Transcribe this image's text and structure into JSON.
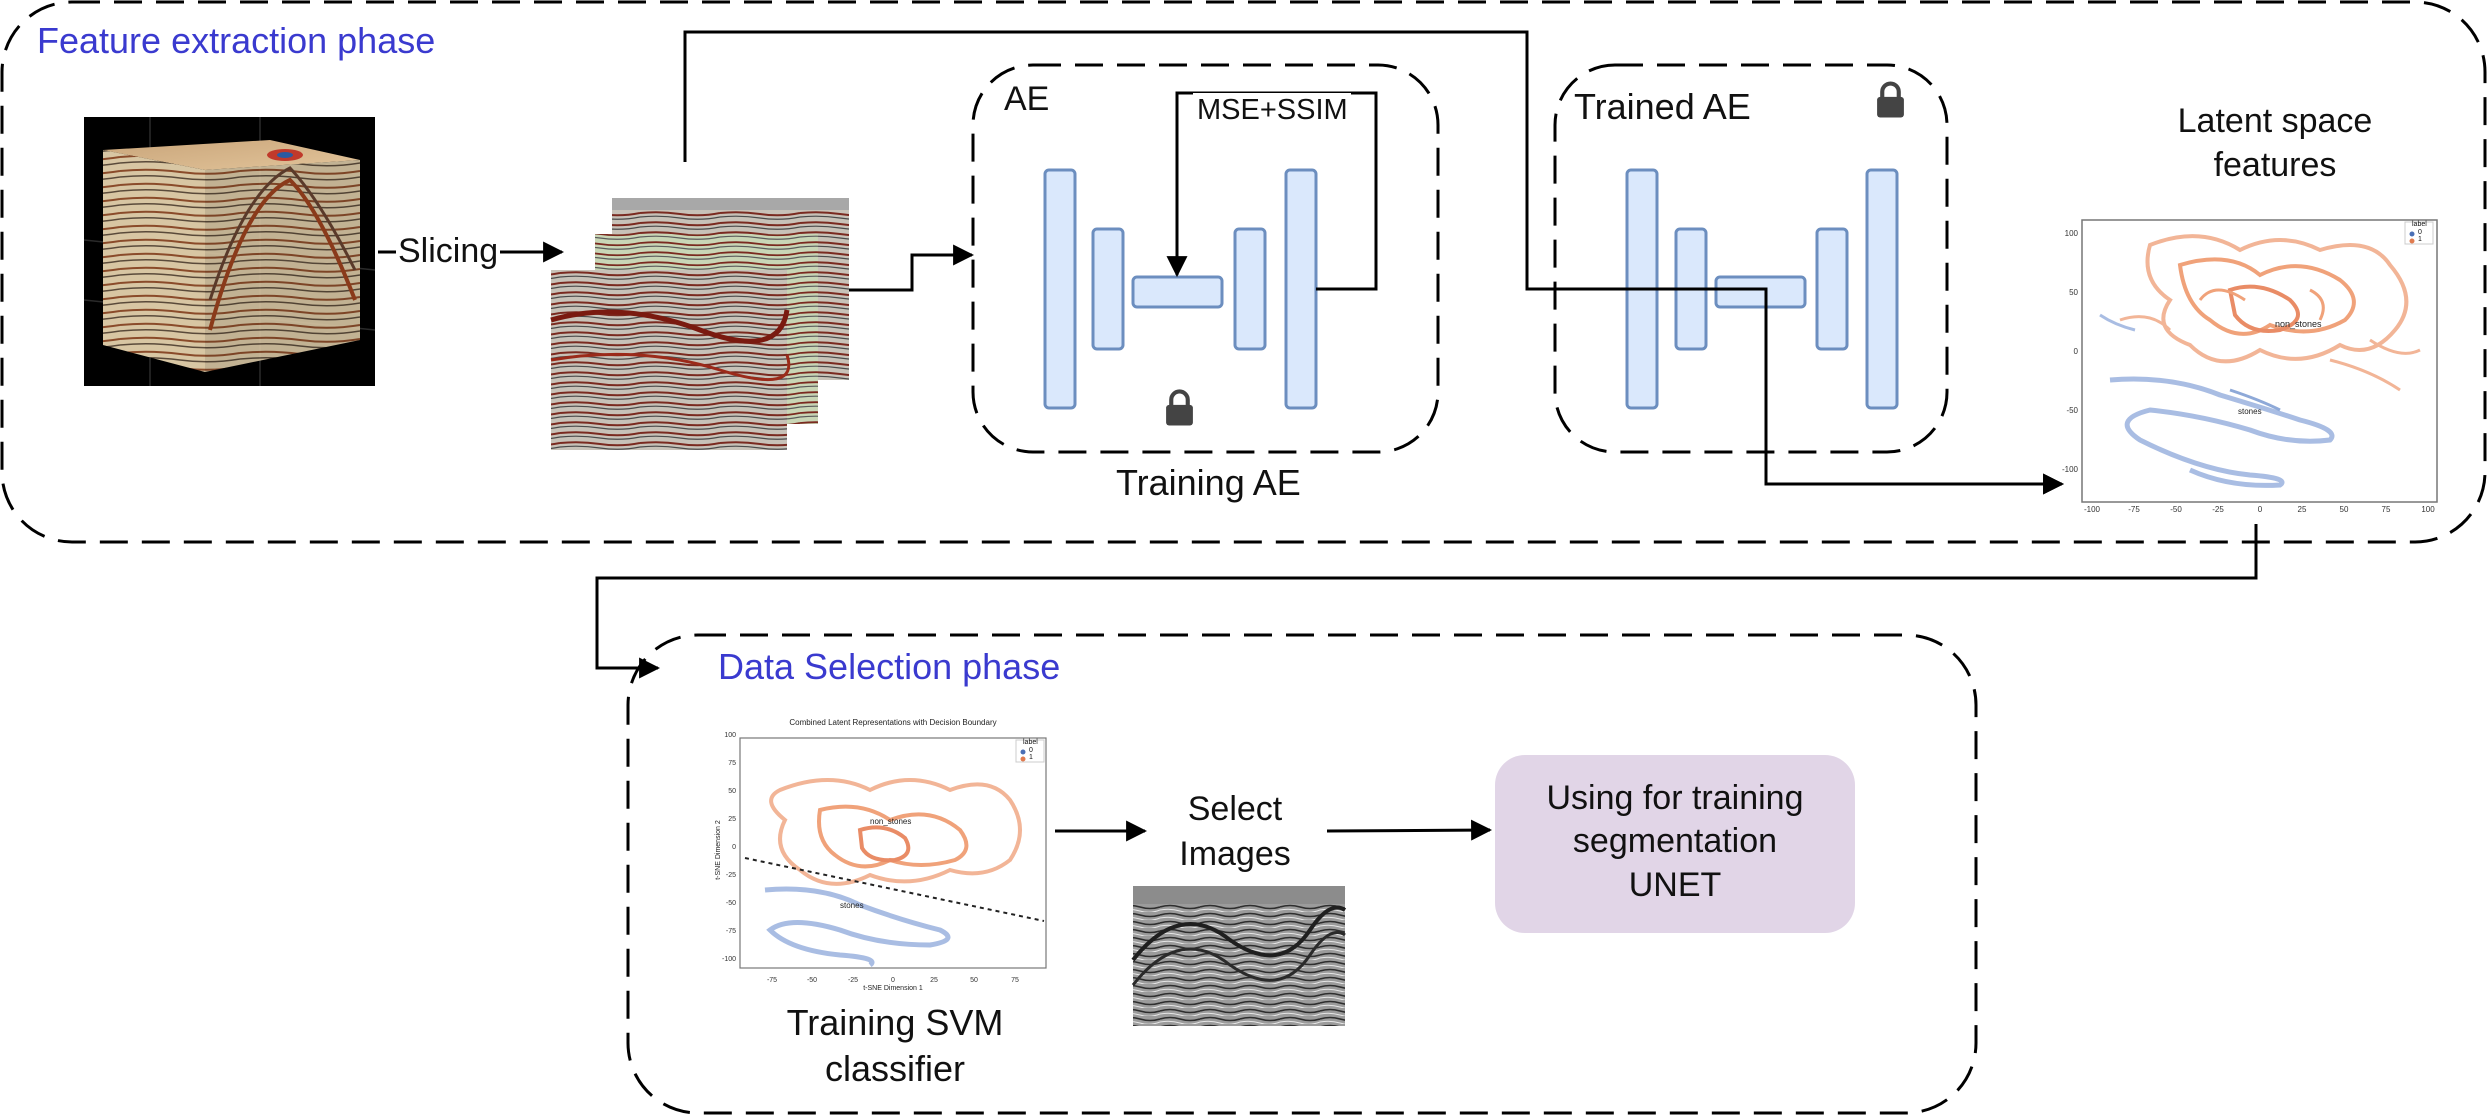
{
  "phases": {
    "feature_extraction": {
      "title": "Feature extraction phase"
    },
    "data_selection": {
      "title": "Data Selection phase"
    }
  },
  "labels": {
    "slicing": "Slicing",
    "ae": "AE",
    "loss": "MSE+SSIM",
    "training_ae": "Training AE",
    "trained_ae": "Trained AE",
    "latent_space_line1": "Latent space",
    "latent_space_line2": "features",
    "select_line1": "Select",
    "select_line2": "Images",
    "svm_line1": "Training SVM",
    "svm_line2": "classifier",
    "unet_line1": "Using for training",
    "unet_line2": "segmentation",
    "unet_line3": "UNET"
  },
  "plots": {
    "svm_title": "Combined Latent Representations with Decision Boundary",
    "svm_xlabel": "t-SNE Dimension 1",
    "svm_ylabel": "t-SNE Dimension 2",
    "legend_title": "label",
    "legend_items": [
      "0",
      "1"
    ],
    "cluster_label_a": "non_stones",
    "cluster_label_b": "stones",
    "latent_x_ticks": [
      "-100",
      "-75",
      "-50",
      "-25",
      "0",
      "25",
      "50",
      "75",
      "100"
    ],
    "latent_y_ticks": [
      "100",
      "50",
      "0",
      "-50",
      "-100"
    ],
    "svm_x_ticks": [
      "-75",
      "-50",
      "-25",
      "0",
      "25",
      "50",
      "75"
    ],
    "svm_y_ticks": [
      "100",
      "75",
      "50",
      "25",
      "0",
      "-25",
      "-50",
      "-75",
      "-100"
    ]
  },
  "colors": {
    "phase_title": "#3a3acf",
    "encoder_fill": "#dae8fc",
    "encoder_stroke": "#6c8ebf",
    "unet_box_fill": "#e1d5e7",
    "lock_fill": "#444444",
    "cluster_orange": "#f0a27a",
    "cluster_blue": "#8ea9d8"
  },
  "icons": {
    "lock": "lock-icon",
    "seismic_cube": "seismic-cube-image",
    "seismic_slices": "seismic-slices-image",
    "seismic_selected": "seismic-selected-image"
  }
}
